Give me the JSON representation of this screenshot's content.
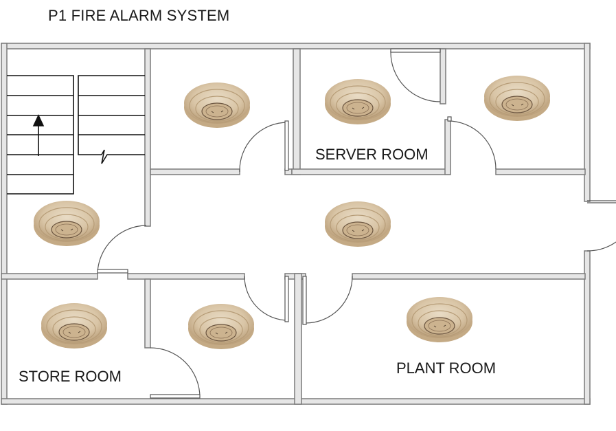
{
  "title": "P1 FIRE ALARM SYSTEM",
  "rooms": {
    "server": "SERVER ROOM",
    "store": "STORE ROOM",
    "plant": "PLANT ROOM"
  },
  "colors": {
    "wall_outline": "#7a7a7a",
    "wall_fill": "#e6e6e6",
    "detector_base": "#d8c4a6",
    "detector_shadow": "#b8a07e",
    "detector_ring": "#c9b08c"
  },
  "icons": {
    "detector": "smoke-detector-icon",
    "stair_arrow": "up-arrow-icon"
  }
}
